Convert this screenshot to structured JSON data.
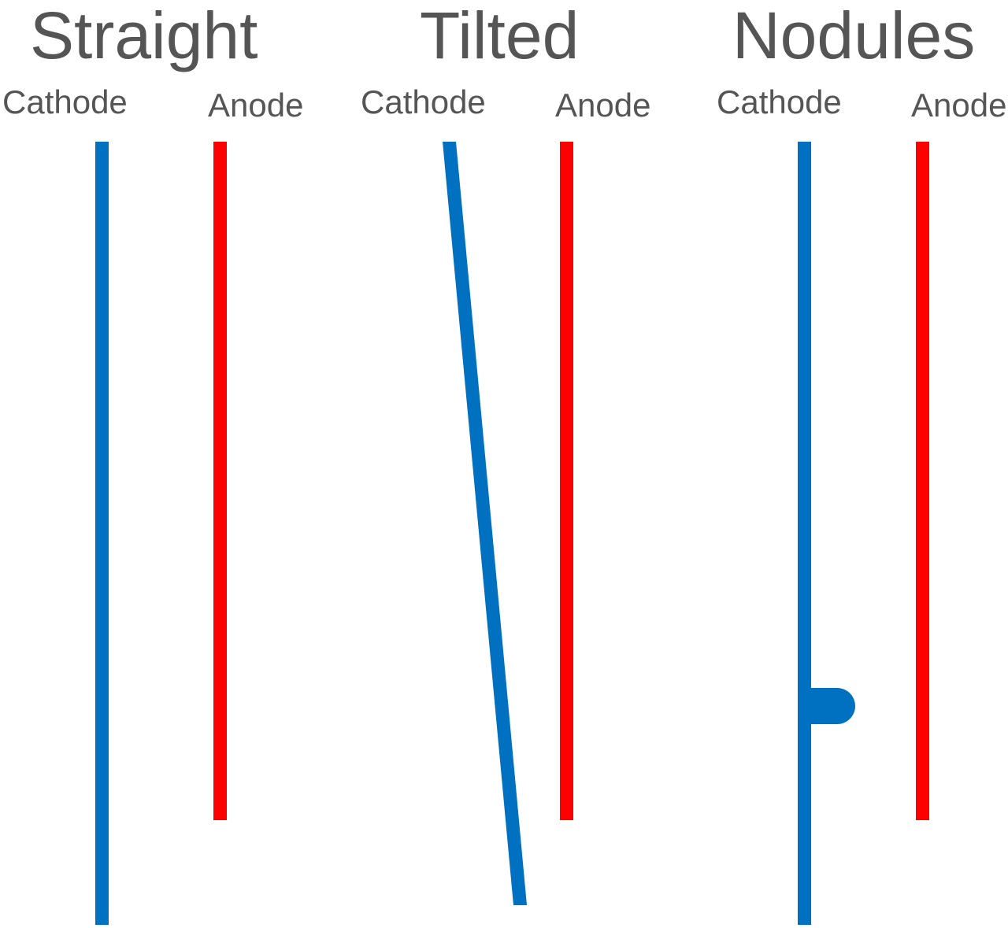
{
  "panels": [
    {
      "title": "Straight",
      "cathode_label": "Cathode",
      "anode_label": "Anode"
    },
    {
      "title": "Tilted",
      "cathode_label": "Cathode",
      "anode_label": "Anode"
    },
    {
      "title": "Nodules",
      "cathode_label": "Cathode",
      "anode_label": "Anode"
    }
  ],
  "colors": {
    "cathode": "#0070C0",
    "anode": "#FF0000",
    "text": "#555555"
  }
}
